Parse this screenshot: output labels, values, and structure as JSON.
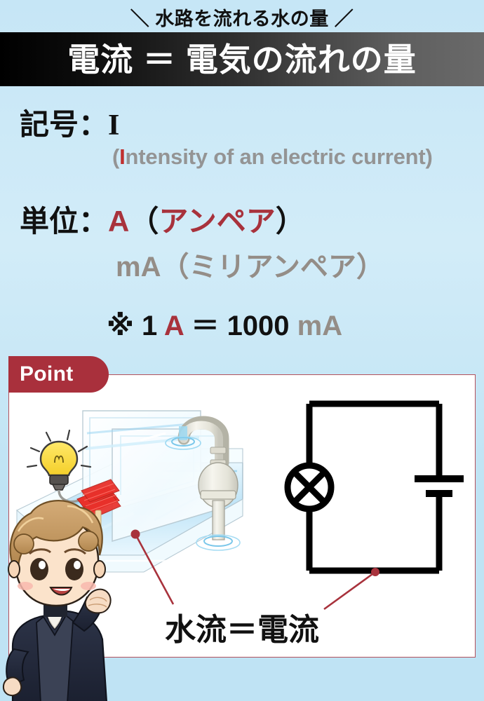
{
  "header": {
    "eyebrow": "＼ 水路を流れる水の量 ／",
    "title": "電流 ＝ 電気の流れの量"
  },
  "symbol": {
    "label": "記号：",
    "value": "I",
    "english_prefix": "(",
    "english_highlight": "I",
    "english_rest": "ntensity of an electric current)",
    "english_full": "(Intensity of an electric current)"
  },
  "unit": {
    "label": "単位：",
    "primary_symbol": "A",
    "primary_open": "（",
    "primary_name": "アンペア",
    "primary_close": "）",
    "secondary": "mA（ミリアンペア）",
    "conversion_mark": "※",
    "conversion_number": "1",
    "conversion_unit": "A",
    "conversion_equals": "＝",
    "conversion_value": "1000",
    "conversion_unit2": "mA",
    "conversion_full": "※ 1 A ＝ 1000 mA"
  },
  "point": {
    "badge": "Point",
    "caption": "水流＝電流"
  },
  "illustration": {
    "water_circuit_label": "water-channel-diagram",
    "electric_circuit_label": "electric-circuit-diagram",
    "lamp_symbol": "lamp",
    "battery_symbol": "battery",
    "bulb_symbol": "light-bulb",
    "wheel_symbol": "water-wheel",
    "pump_symbol": "water-pump"
  },
  "character": {
    "name": "ampere-mascot"
  },
  "colors": {
    "background": "#c3e5f5",
    "banner_dark": "#000000",
    "banner_light": "#6a6a6a",
    "accent_red": "#a8323c",
    "muted_gray": "#948d87",
    "panel_border": "#b4515c",
    "leader_red": "#a8323c"
  }
}
